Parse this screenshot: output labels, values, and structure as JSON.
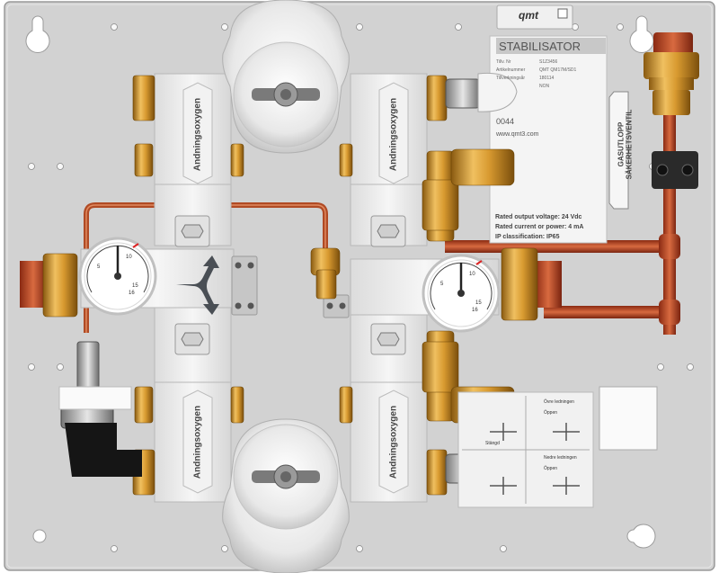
{
  "logo_text": "qmt",
  "stabilisator_label": {
    "title": "STABILISATOR",
    "rows": [
      {
        "key": "Tillv. Nr",
        "value": "S1Z3456"
      },
      {
        "key": "Artikelnummer",
        "value": "QMT QM17M/SD1"
      },
      {
        "key": "Tillverkningsår",
        "value": "180114"
      },
      {
        "key": "",
        "value": "NON"
      }
    ],
    "ce_mark": "0044",
    "website": "www.qmt3.com",
    "rated_voltage": "Rated output voltage: 24 Vdc",
    "rated_current": "Rated current or power: 4    mA",
    "ip_class": "IP classification: IP65"
  },
  "valve_labels": [
    "Andningsoxygen",
    "Andningsoxygen",
    "Andningsoxygen",
    "Andningsoxygen"
  ],
  "safety_valve_label": [
    "GASUTLOPP",
    "SÄKERHETSVENTIL"
  ],
  "gauges": [
    {
      "ticks": [
        "5",
        "10",
        "15",
        "16"
      ]
    },
    {
      "ticks": [
        "5",
        "10",
        "15",
        "16"
      ]
    }
  ],
  "switch_label": {
    "section1_title": "Övre ledningen",
    "section1_sub": "Öppen",
    "section2_title": "Nedre ledningen",
    "section2_sub": "Öppen",
    "caption": "Stängd"
  }
}
